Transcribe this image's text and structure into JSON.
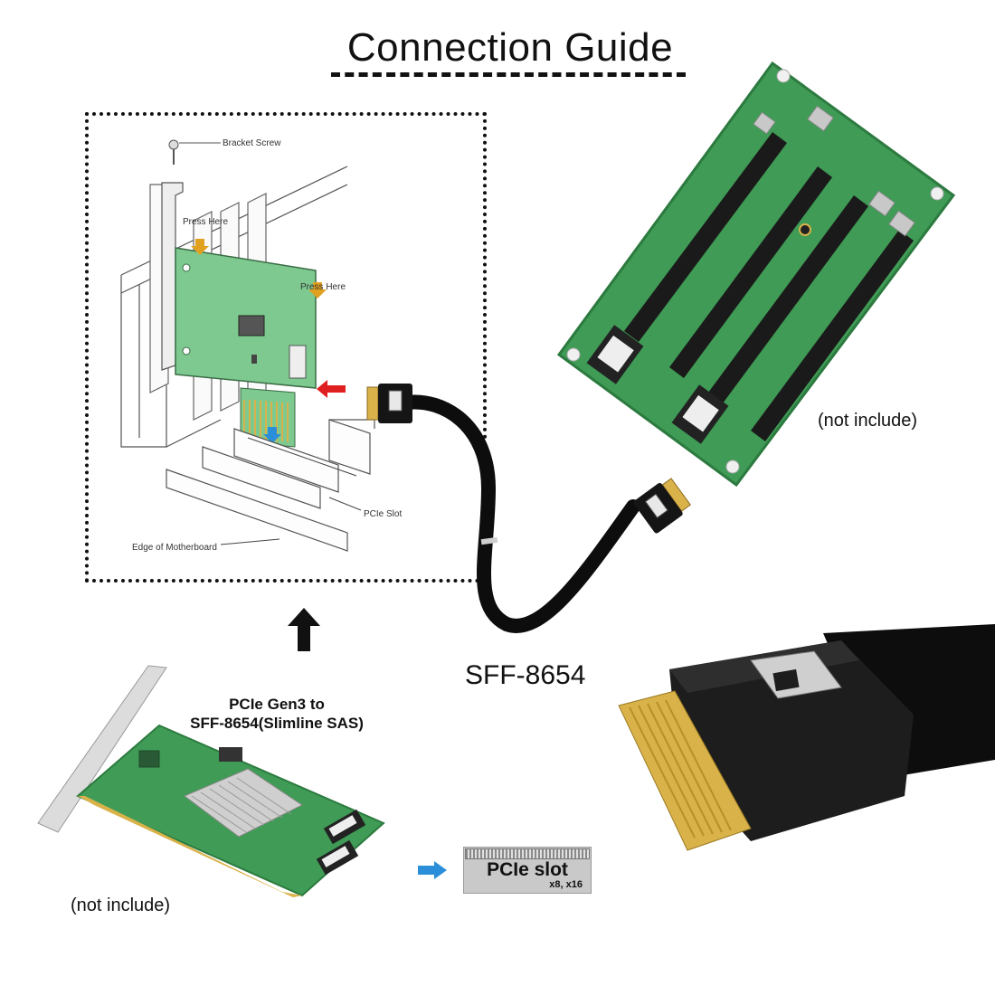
{
  "title": "Connection Guide",
  "inset": {
    "bracket_screw": "Bracket Screw",
    "press_here_1": "Press Here",
    "press_here_2": "Press Here",
    "pcie_slot": "PCIe Slot",
    "edge_of_motherboard": "Edge of Motherboard"
  },
  "riser_note": "(not include)",
  "cable_label": "SFF-8654",
  "card": {
    "line1": "PCIe Gen3 to",
    "line2": "SFF-8654(Slimline SAS)",
    "note": "(not include)"
  },
  "slot_badge": {
    "title": "PCIe slot",
    "sub": "x8, x16"
  },
  "colors": {
    "pcb_green": "#3f9b55",
    "pcb_dark": "#2c7a3f",
    "slot_black": "#1a1a1a",
    "cable_black": "#0d0d0d",
    "gold": "#d9b24a",
    "arrow_red": "#e02020",
    "arrow_blue": "#2a8fd8",
    "inset_card": "#7dc98f"
  },
  "icons": [
    "up-arrow-icon",
    "right-arrow-icon",
    "red-arrow-icon"
  ]
}
